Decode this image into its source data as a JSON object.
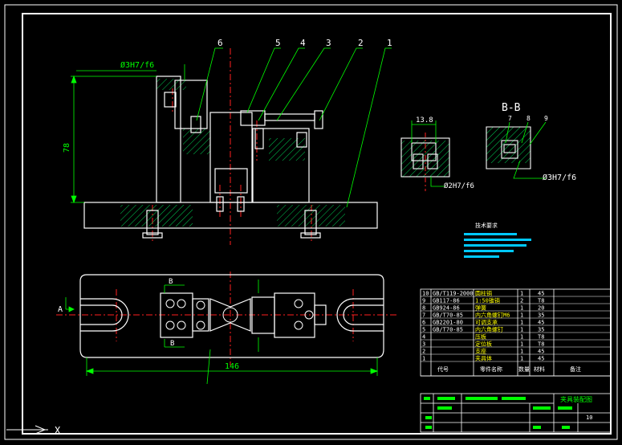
{
  "drawing": {
    "colors": {
      "background": "#000000",
      "frame": "#ffffff",
      "part": "#ffffff",
      "dim": "#00ff00",
      "center": "#ff2020",
      "hatch": "#00ff66",
      "leader": "#00ff00",
      "label": "#ffff00",
      "tech": "#00c8ff",
      "detail": "#ffff00"
    },
    "front_view": {
      "fit_label": "Ø3H7/f6",
      "height_label": "78",
      "balloons": [
        "6",
        "5",
        "4",
        "3",
        "2",
        "1"
      ]
    },
    "top_view": {
      "width_label": "146",
      "arrow_a": "A",
      "arrow_b_top": "B",
      "arrow_b_bottom": "B"
    },
    "detail_view": {
      "dim_width": "13.8",
      "fit_label": "Ø2H7/f6"
    },
    "section_view": {
      "title": "B-B",
      "fit_label": "Ø3H7/f6",
      "balloons": [
        "7",
        "8",
        "9"
      ]
    },
    "tech_requirements": {
      "title": "技术要求"
    },
    "bom": {
      "rows": [
        {
          "no": "10",
          "std": "GB/T119-2000",
          "name": "圆柱销",
          "qty": "1",
          "mat": "45"
        },
        {
          "no": "9",
          "std": "GB117-86",
          "name": "1:50锥销",
          "qty": "2",
          "mat": "T8"
        },
        {
          "no": "8",
          "std": "GB924-86",
          "name": "弹簧",
          "qty": "1",
          "mat": "20"
        },
        {
          "no": "7",
          "std": "GB/T70-85",
          "name": "内六角螺钉M6",
          "qty": "1",
          "mat": "35"
        },
        {
          "no": "6",
          "std": "GB2201-80",
          "name": "可调支承",
          "qty": "1",
          "mat": "45"
        },
        {
          "no": "5",
          "std": "GB/T70-85",
          "name": "内六角螺钉",
          "qty": "1",
          "mat": "35"
        },
        {
          "no": "4",
          "std": "",
          "name": "压板",
          "qty": "1",
          "mat": "T8"
        },
        {
          "no": "3",
          "std": "",
          "name": "定位板",
          "qty": "1",
          "mat": "T8"
        },
        {
          "no": "2",
          "std": "",
          "name": "支座",
          "qty": "1",
          "mat": "45"
        },
        {
          "no": "1",
          "std": "",
          "name": "夹具体",
          "qty": "1",
          "mat": "45"
        }
      ],
      "header": [
        "代号",
        "零件名称",
        "数量",
        "材料",
        "备注"
      ]
    },
    "title_block": {
      "part_name": "夹具装配图",
      "sheet_no": "10"
    },
    "ucs": {
      "x_label": "X"
    }
  }
}
